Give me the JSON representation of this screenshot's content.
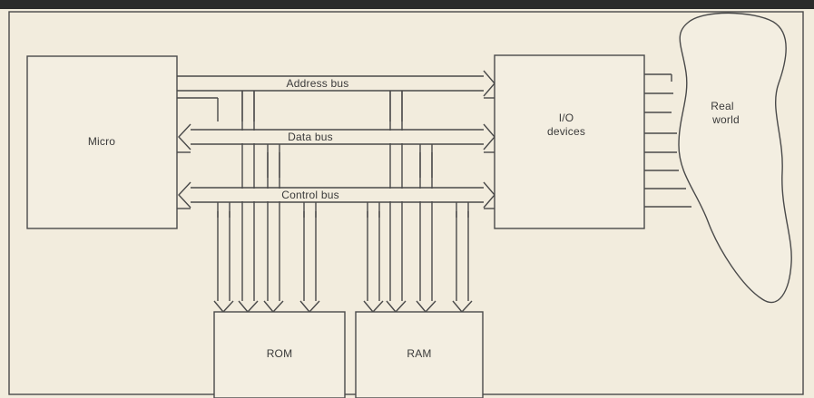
{
  "blocks": {
    "micro": "Micro",
    "io": "I/O\ndevices",
    "rom": "ROM",
    "ram": "RAM",
    "real_world": "Real\nworld"
  },
  "buses": {
    "address": "Address bus",
    "data": "Data bus",
    "control": "Control bus"
  },
  "colors": {
    "background": "#f2ecdd",
    "line": "#4a4a4a"
  }
}
